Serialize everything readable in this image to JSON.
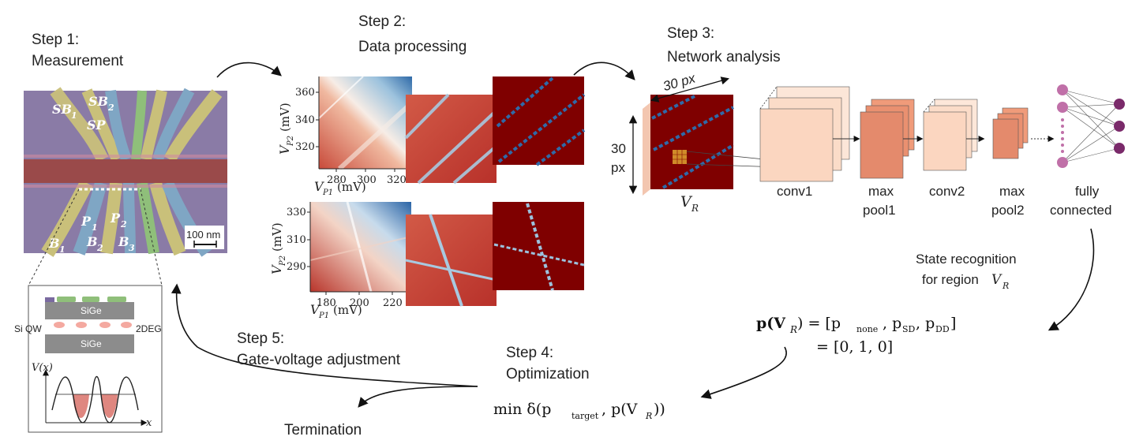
{
  "steps": {
    "step1": {
      "title": "Step 1:",
      "label": "Measurement"
    },
    "step2": {
      "title": "Step 2:",
      "label": "Data processing"
    },
    "step3": {
      "title": "Step 3:",
      "label": "Network analysis"
    },
    "step4": {
      "title": "Step 4:",
      "label": "Optimization"
    },
    "step5": {
      "title": "Step 5:",
      "label": "Gate-voltage adjustment"
    },
    "termination": "Termination"
  },
  "device": {
    "gate_labels": [
      "SB",
      "1",
      "SB",
      "2",
      "SP",
      "P",
      "1",
      "P",
      "2",
      "B",
      "1",
      "B",
      "2",
      "B",
      "3"
    ],
    "scale_bar": "100 nm",
    "layers": {
      "top": "SiGe",
      "bottom": "SiGe",
      "left": "Si QW",
      "right": "2DEG"
    },
    "potential_label": "V(x)",
    "x_label": "x"
  },
  "plots": {
    "top": {
      "y_label": "V",
      "y_sub": "P2",
      "y_unit": "(mV)",
      "y_ticks": [
        "360",
        "340",
        "320"
      ],
      "x_label": "V",
      "x_sub": "P1",
      "x_unit": "(mV)",
      "x_ticks": [
        "280",
        "300",
        "320"
      ]
    },
    "bottom": {
      "y_label": "V",
      "y_sub": "P2",
      "y_unit": "(mV)",
      "y_ticks": [
        "330",
        "310",
        "290"
      ],
      "x_label": "V",
      "x_sub": "P1",
      "x_unit": "(mV)",
      "x_ticks": [
        "180",
        "200",
        "220"
      ]
    }
  },
  "network": {
    "size_label_top": "30 px",
    "size_label_left_1": "30",
    "size_label_left_2": "px",
    "input_label": "V",
    "input_sub": "R",
    "layers": [
      {
        "line1": "conv1",
        "line2": ""
      },
      {
        "line1": "max",
        "line2": "pool1"
      },
      {
        "line1": "conv2",
        "line2": ""
      },
      {
        "line1": "max",
        "line2": "pool2"
      },
      {
        "line1": "fully",
        "line2": "connected"
      }
    ],
    "recognition_1": "State recognition",
    "recognition_2": "for region",
    "recognition_region": "V",
    "recognition_sub": "R"
  },
  "equations": {
    "p_lhs": "p(V",
    "p_rhs": ") = [p",
    "p_none": "none",
    "p_sd": "SD",
    "p_dd": "DD",
    "p_value": "= [0, 1, 0]",
    "min_prefix": "min δ(p",
    "min_target": "target",
    "min_suffix": ", p(V",
    "min_close": "))"
  },
  "colors": {
    "device_bg": "#8a7ba6",
    "channel": "#9a4a4a",
    "gate_yellow": "#c9c07a",
    "gate_blue": "#7fa6c4",
    "gate_green": "#8fbf7a",
    "heat_red": "#c0392b",
    "heat_blue": "#2166ac",
    "dark_red": "#7f0000",
    "conv_light": "#fbdcc8",
    "pool_orange": "#e48a6c",
    "node_pink": "#c070a8",
    "node_purple": "#7a2a6a"
  }
}
